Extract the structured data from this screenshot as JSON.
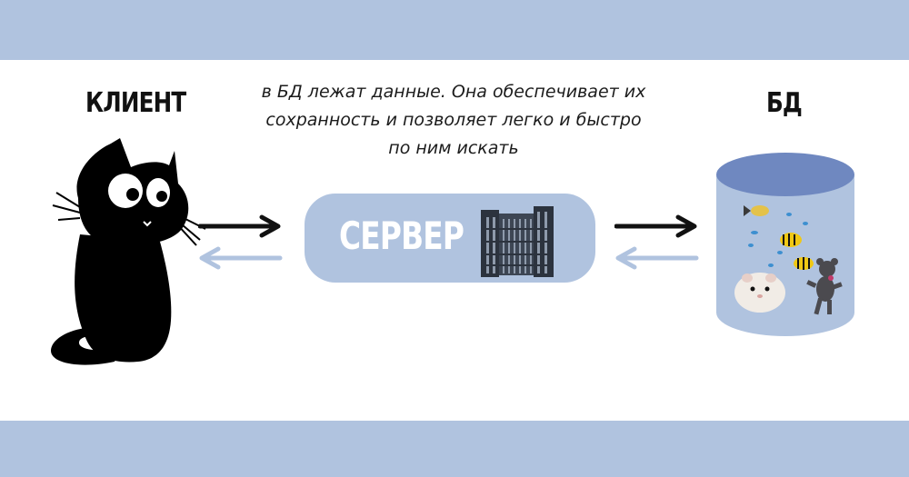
{
  "client_label": "КЛИЕНТ",
  "db_label": "БД",
  "server_label": "СЕРВЕР",
  "caption_lines": [
    "в БД лежат данные. Она обеспечивает их",
    "сохранность и позволяет легко и быстро",
    "по ним искать"
  ],
  "colors": {
    "band": "#b0c3df",
    "server_box": "#b0c3df",
    "arrow_dark": "#111111",
    "arrow_light": "#b0c3df",
    "db_top": "#6f88c0",
    "db_body": "#b0c3df"
  },
  "icons": [
    "cat-illustration",
    "building-icon",
    "database-cylinder"
  ]
}
